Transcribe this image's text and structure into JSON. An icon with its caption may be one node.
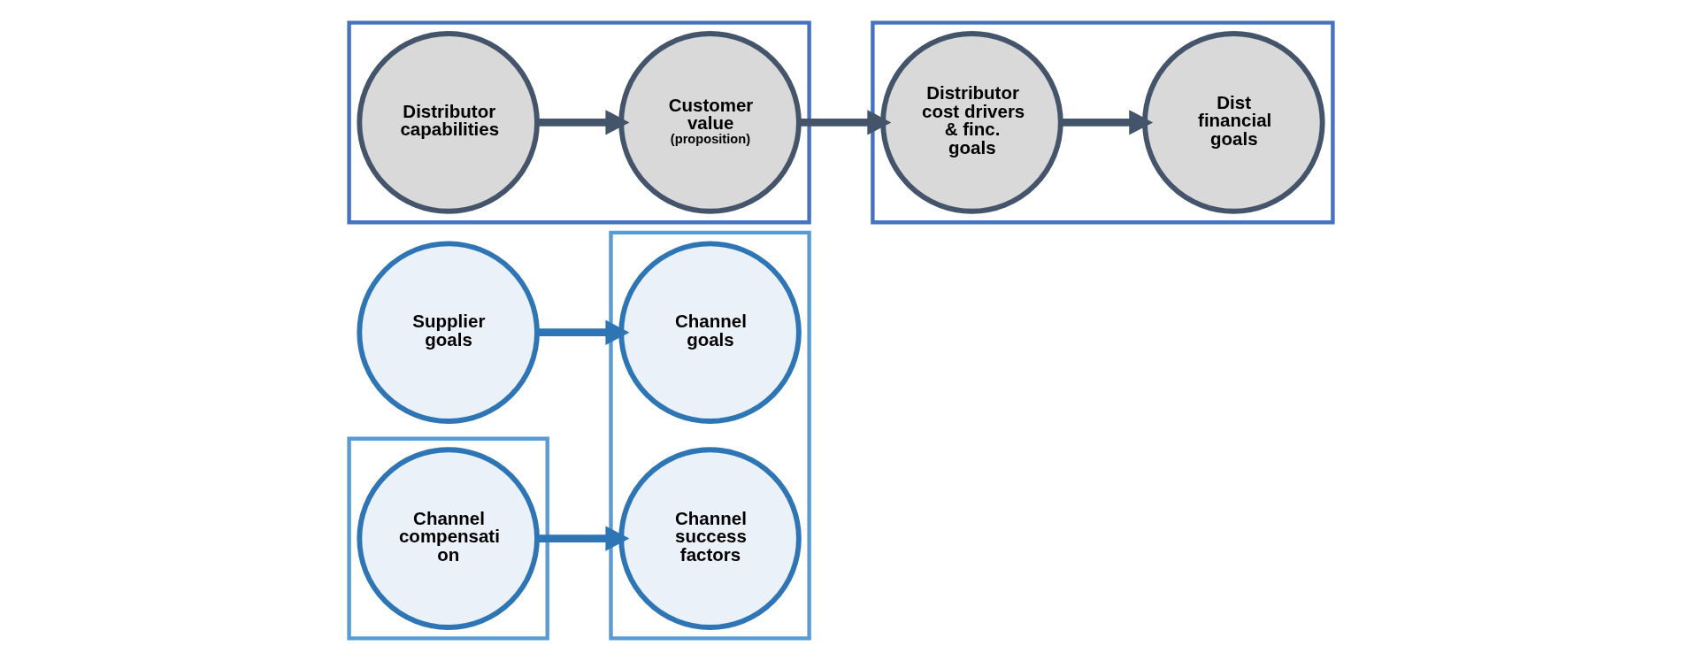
{
  "diagram": {
    "nodes": [
      {
        "text": [
          "Supplier goals"
        ]
      },
      {
        "text": [],
        "shape": "box"
      },
      {
        "text": [
          "Channel goals"
        ],
        "in": 1
      },
      {
        "text": [
          "Channel success factors"
        ],
        "in": 1
      },
      {
        "text": [],
        "shape": "box"
      },
      {
        "text": [
          "Channel compensati on"
        ],
        "in": 4
      },
      {
        "text": [],
        "shape": "box"
      },
      {
        "text": [
          "Distributor capabilities"
        ],
        "in": 6
      },
      {
        "text": [
          "Customer value",
          "(proposition)"
        ],
        "in": 6
      },
      {
        "text": [],
        "shape": "box"
      },
      {
        "text": [
          "Distributor cost drivers & finc. goals"
        ],
        "in": 9
      },
      {
        "text": [
          "Dist financial goals"
        ],
        "in": 9
      }
    ],
    "edges": [
      {
        "from": 0,
        "to": 2,
        "arrow": "to",
        "color": "#2e75b6"
      },
      {
        "from": 5,
        "to": 3,
        "arrow": "to",
        "color": "#2e75b6"
      },
      {
        "from": 7,
        "to": 8,
        "arrow": "to"
      },
      {
        "from": 8,
        "to": 10,
        "arrow": "to"
      },
      {
        "from": 10,
        "to": 11,
        "arrow": "to"
      }
    ]
  }
}
